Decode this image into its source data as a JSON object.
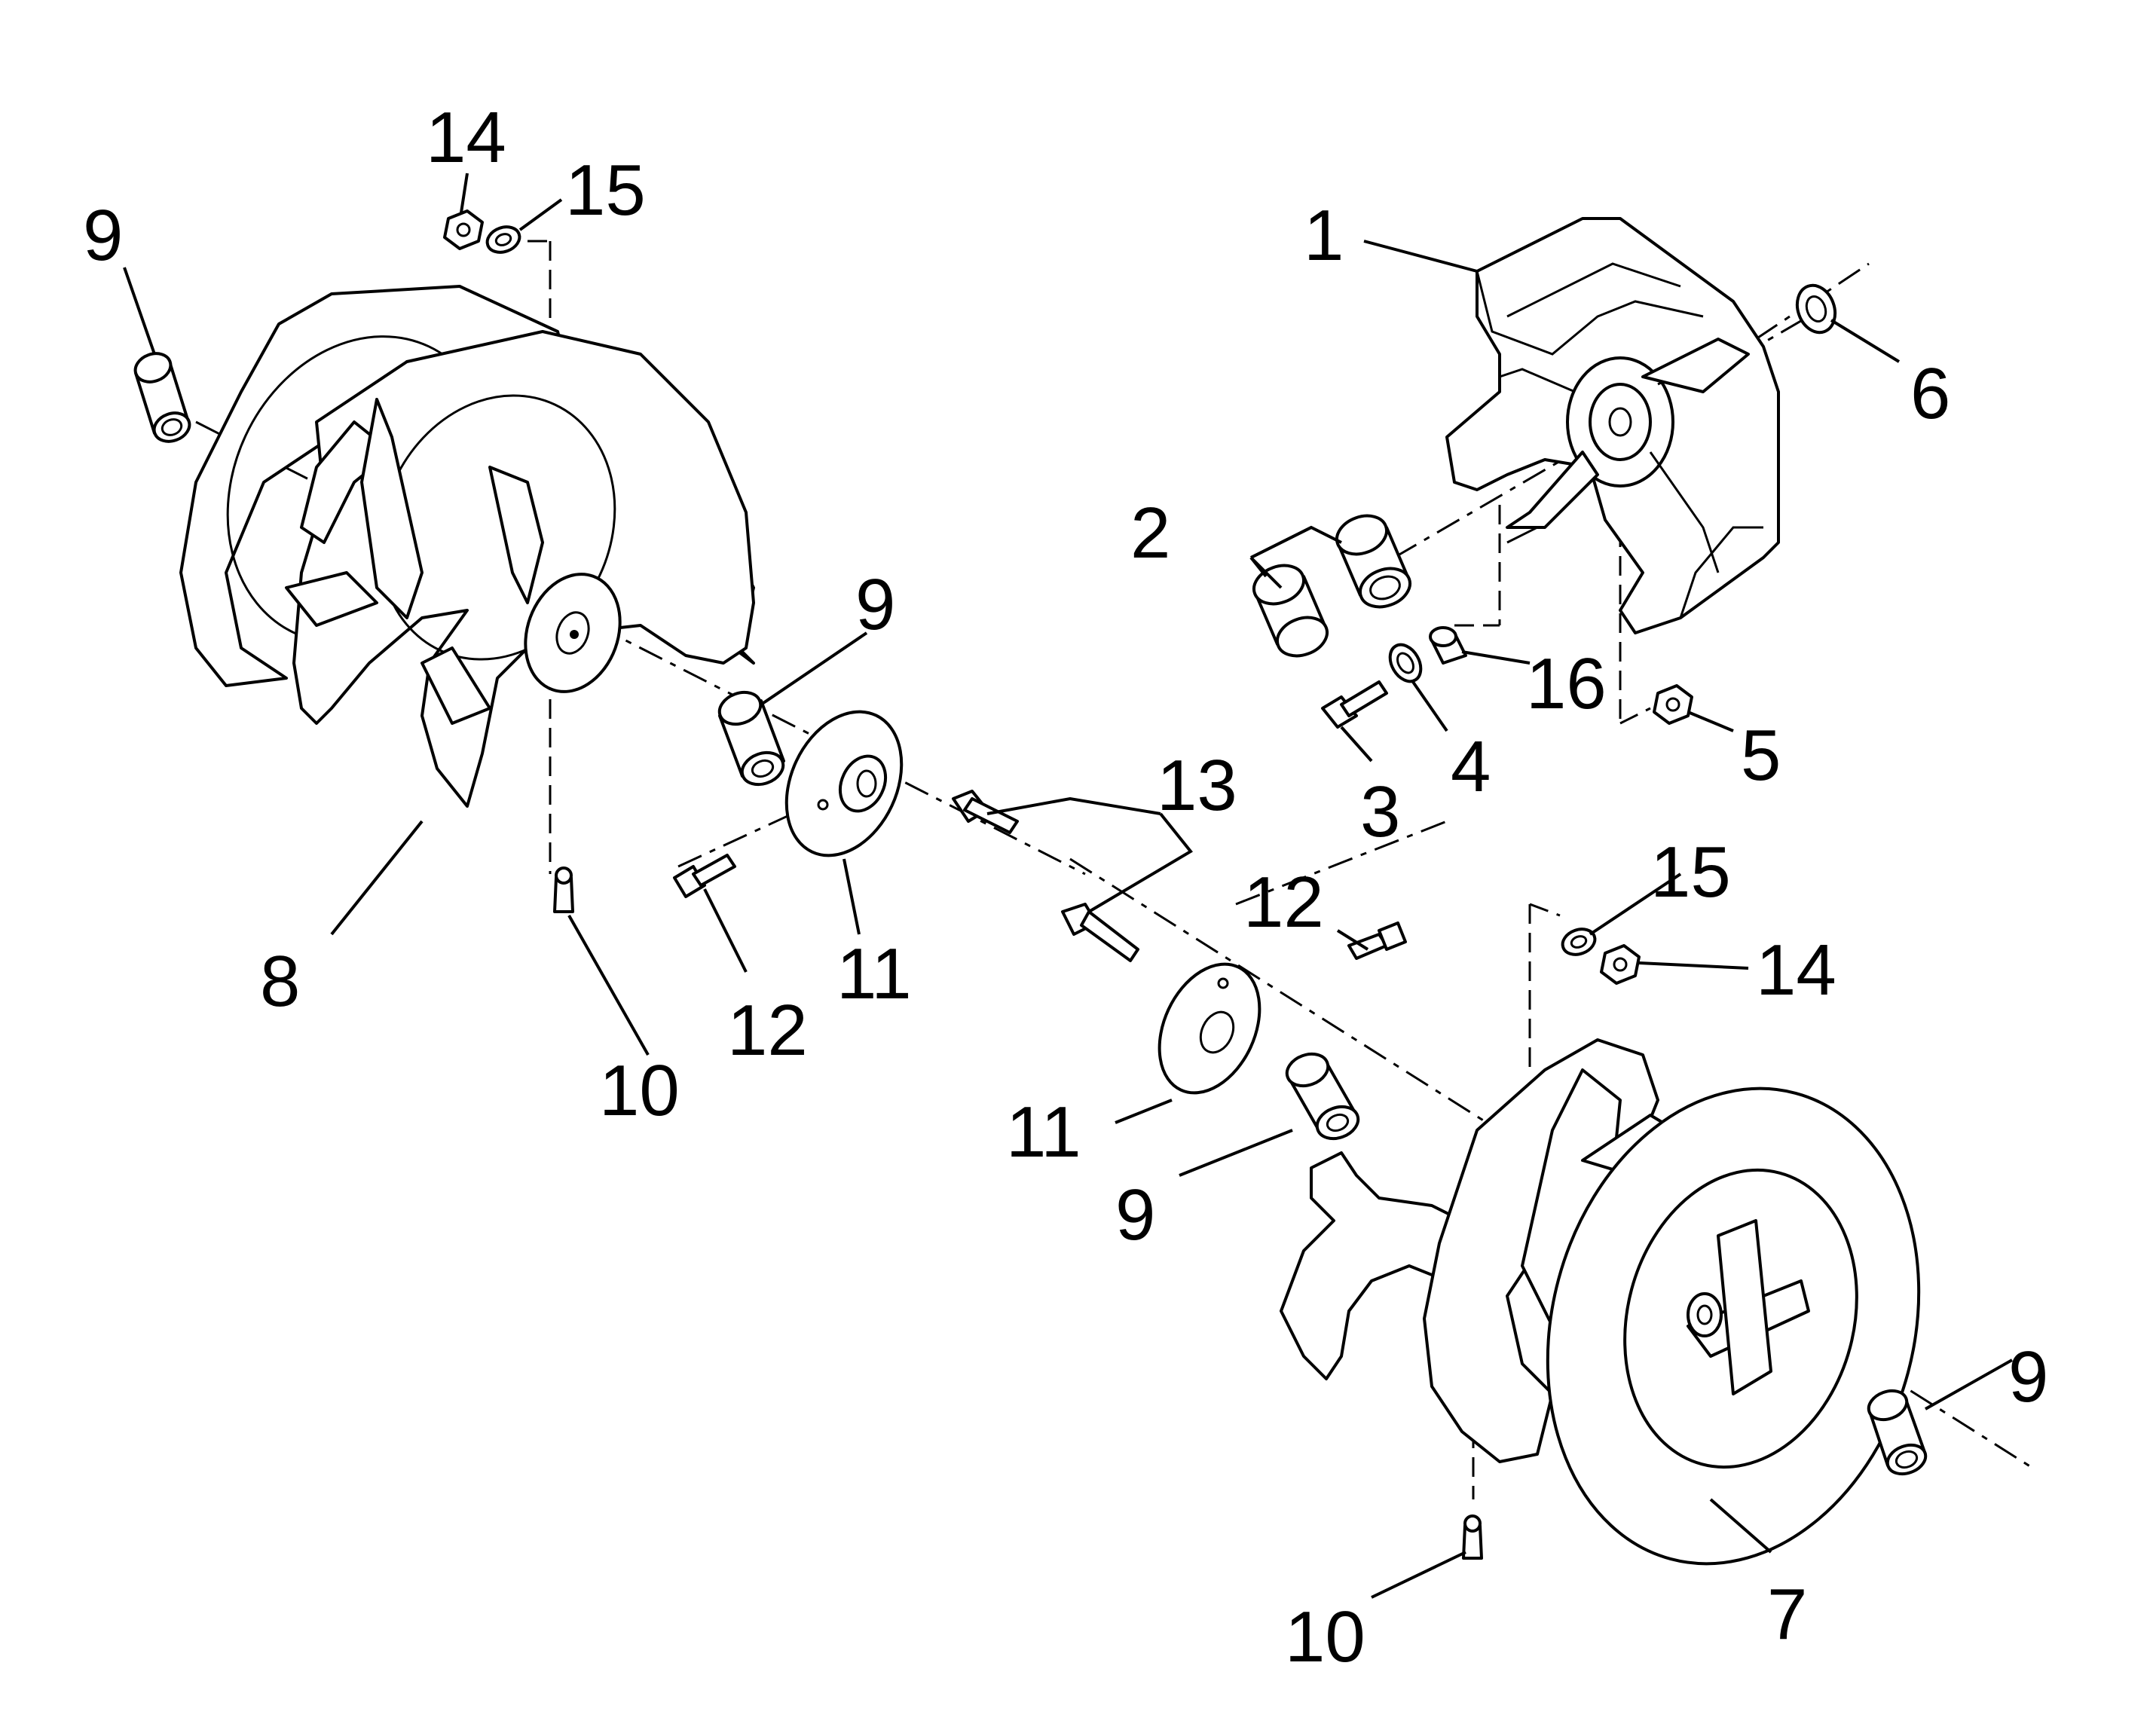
{
  "callouts": [
    {
      "id": "c1",
      "label": "1"
    },
    {
      "id": "c2",
      "label": "2"
    },
    {
      "id": "c3",
      "label": "3"
    },
    {
      "id": "c4",
      "label": "4"
    },
    {
      "id": "c5",
      "label": "5"
    },
    {
      "id": "c6",
      "label": "6"
    },
    {
      "id": "c7",
      "label": "7"
    },
    {
      "id": "c8",
      "label": "8"
    },
    {
      "id": "c9a",
      "label": "9"
    },
    {
      "id": "c9b",
      "label": "9"
    },
    {
      "id": "c9c",
      "label": "9"
    },
    {
      "id": "c9d",
      "label": "9"
    },
    {
      "id": "c10a",
      "label": "10"
    },
    {
      "id": "c10b",
      "label": "10"
    },
    {
      "id": "c11a",
      "label": "11"
    },
    {
      "id": "c11b",
      "label": "11"
    },
    {
      "id": "c12a",
      "label": "12"
    },
    {
      "id": "c12b",
      "label": "12"
    },
    {
      "id": "c13",
      "label": "13"
    },
    {
      "id": "c14a",
      "label": "14"
    },
    {
      "id": "c14b",
      "label": "14"
    },
    {
      "id": "c15a",
      "label": "15"
    },
    {
      "id": "c15b",
      "label": "15"
    },
    {
      "id": "c16",
      "label": "16"
    }
  ]
}
